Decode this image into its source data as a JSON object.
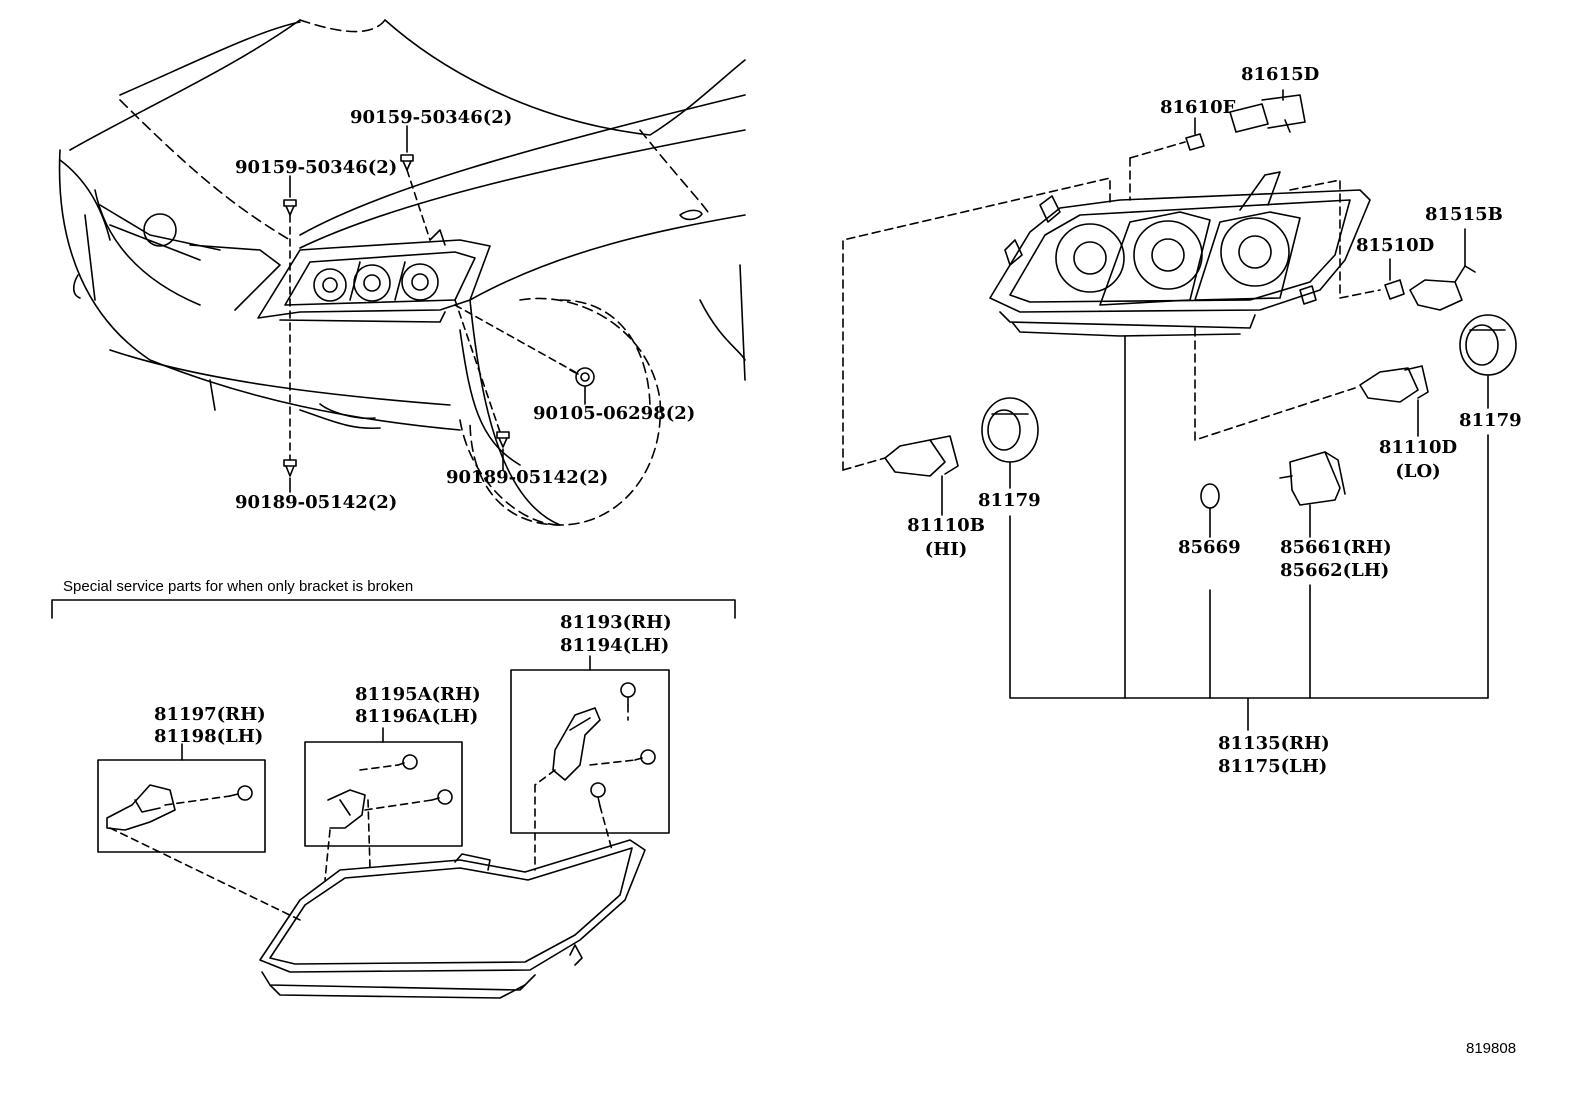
{
  "note": "Special service parts for when only bracket is broken",
  "figure_id": "819808",
  "labels": {
    "screw_a_upper": "90159-50346(2)",
    "screw_a_lower": "90159-50346(2)",
    "bolt_90105": "90105-06298(2)",
    "clip_right": "90189-05142(2)",
    "clip_left": "90189-05142(2)",
    "bulb_81615D": "81615D",
    "bulb_81610F": "81610F",
    "bulb_81515B": "81515B",
    "bulb_81510D": "81510D",
    "cap_81179_left": "81179",
    "cap_81179_right": "81179",
    "bulb_hi_no": "81110B",
    "bulb_hi_tag": "(HI)",
    "bulb_lo_no": "81110D",
    "bulb_lo_tag": "(LO)",
    "oring_85669": "85669",
    "actuator_rh": "85661(RH)",
    "actuator_lh": "85662(LH)",
    "assy_rh": "81135(RH)",
    "assy_lh": "81175(LH)",
    "bracket_81193": "81193(RH)",
    "bracket_81194": "81194(LH)",
    "bracket_81195A": "81195A(RH)",
    "bracket_81196A": "81196A(LH)",
    "bracket_81197": "81197(RH)",
    "bracket_81198": "81198(LH)"
  }
}
